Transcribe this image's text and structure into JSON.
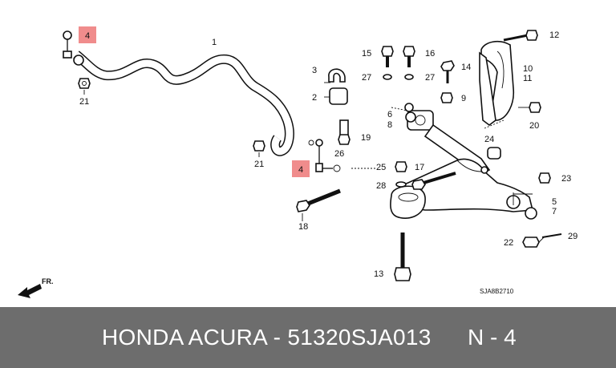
{
  "callouts": [
    "1",
    "2",
    "3",
    "4",
    "5",
    "6",
    "7",
    "8",
    "9",
    "10",
    "11",
    "12",
    "13",
    "14",
    "15",
    "16",
    "17",
    "18",
    "19",
    "20",
    "21",
    "22",
    "23",
    "24",
    "25",
    "26",
    "27",
    "28",
    "29"
  ],
  "labels": {
    "n1": "1",
    "n2": "2",
    "n3": "3",
    "n4a": "4",
    "n4b": "4",
    "n5": "5",
    "n6": "6",
    "n7": "7",
    "n8": "8",
    "n9": "9",
    "n10": "10",
    "n11": "11",
    "n12": "12",
    "n13": "13",
    "n14": "14",
    "n15": "15",
    "n16": "16",
    "n17": "17",
    "n18": "18",
    "n19": "19",
    "n20": "20",
    "n21a": "21",
    "n21b": "21",
    "n22": "22",
    "n23": "23",
    "n24": "24",
    "n25": "25",
    "n26": "26",
    "n27a": "27",
    "n27b": "27",
    "n28": "28",
    "n29": "29"
  },
  "direction_label": "FR.",
  "diagram_code": "SJA8B2710",
  "highlight_color": "#f08c8c",
  "footer": {
    "title": "HONDA ACURA - 51320SJA013",
    "page": "N - 4",
    "background": "#6d6d6d"
  }
}
